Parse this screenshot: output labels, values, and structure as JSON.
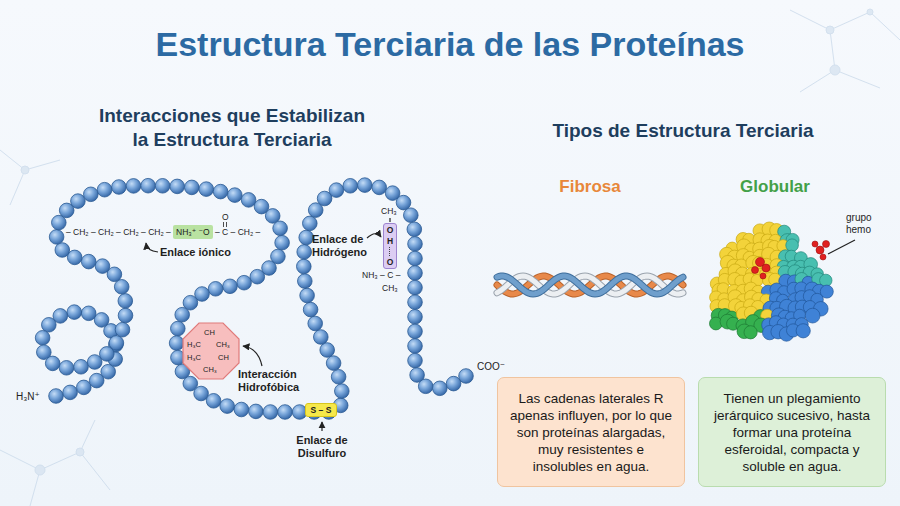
{
  "diagram": {
    "title": "Estructura Terciaria de las Proteínas",
    "nodes": [
      {
        "text": [
          "NH₃⁺ ⁻O"
        ]
      },
      {
        "text": [
          "O",
          "H",
          "O"
        ]
      },
      {
        "text": [
          "CH",
          "H₃C",
          "CH₃",
          "H₃C",
          "CH",
          "CH₃"
        ]
      },
      {
        "text": [
          "S – S"
        ]
      },
      {
        "text": [
          "Las cadenas laterales R apenas influyen, por lo que son proteínas alargadas, muy resistentes e insolubles en agua."
        ]
      },
      {
        "text": [
          "Tienen un plegamiento jerárquico sucesivo, hasta formar una proteína esferoidal, compacta y soluble en agua."
        ]
      }
    ],
    "labels": [
      "Interacciones que Estabilizan la Estructura Terciaria",
      "Tipos de Estructura Terciaria",
      "Fibrosa",
      "Globular",
      "grupo hemo",
      "– CH₂ – CH₂ – CH₂ – CH₂ –",
      "– C – CH₂ –",
      "O",
      "Enlace iónico",
      "CH₃",
      "Enlace de Hidrógeno",
      "NH₃ – C –",
      "CH₃",
      "Interacción Hidrofóbica",
      "Enlace de Disulfuro",
      "H₃N⁺",
      "COO⁻"
    ]
  }
}
